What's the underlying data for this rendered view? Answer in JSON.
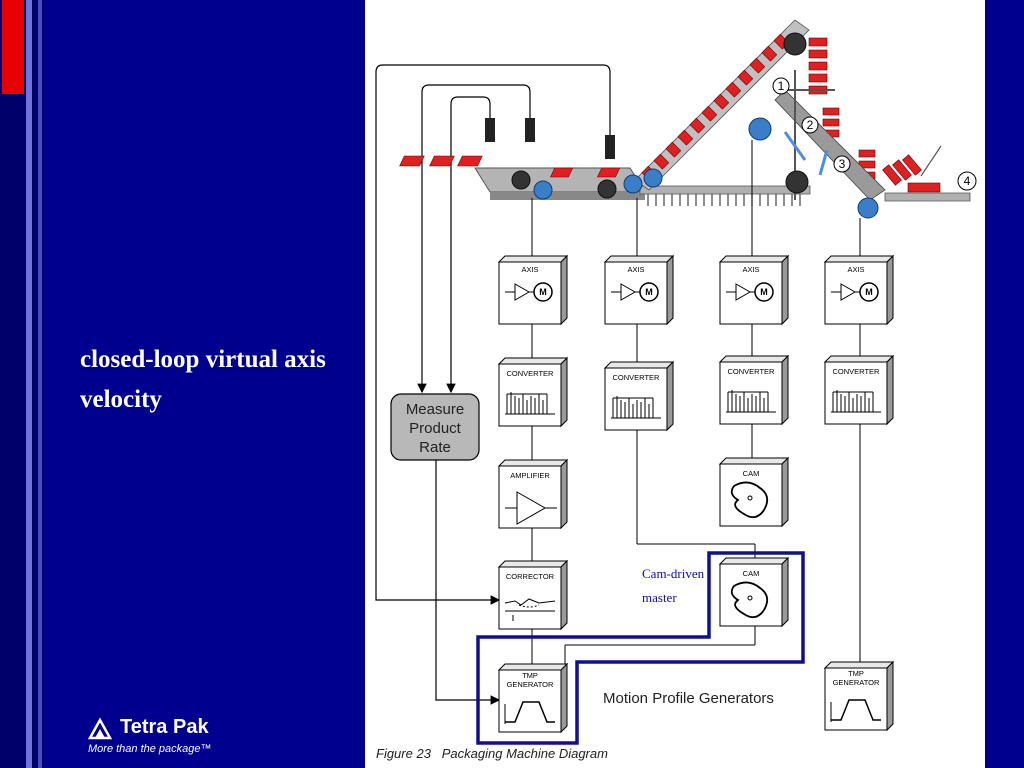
{
  "slide": {
    "title": "closed-loop virtual axis velocity"
  },
  "logo": {
    "brand": "Tetra Pak",
    "tagline": "More than the package™"
  },
  "diagram": {
    "caption": "Figure 23   Packaging Machine Diagram",
    "section_label": "Motion Profile Generators",
    "annotation_line1": "Cam-driven",
    "annotation_line2": "master",
    "measure_box": [
      "Measure",
      "Product",
      "Rate"
    ],
    "station_numbers": [
      "1",
      "2",
      "3",
      "4"
    ],
    "block_labels": {
      "axis": "AXIS",
      "converter": "CONVERTER",
      "amplifier": "AMPLIFIER",
      "cam": "CAM",
      "corrector": "CORRECTOR",
      "tmp_generator_1": "TMP",
      "tmp_generator_2": "GENERATOR",
      "motor": "M"
    }
  },
  "colors": {
    "background": "#00008f",
    "stripe_dark": "#000060",
    "stripe_light": "#6c6cd8",
    "accent_red": "#e60000",
    "highlight_outline": "#10108f",
    "product_red": "#e02020",
    "roller_blue": "#3a7ec8"
  }
}
